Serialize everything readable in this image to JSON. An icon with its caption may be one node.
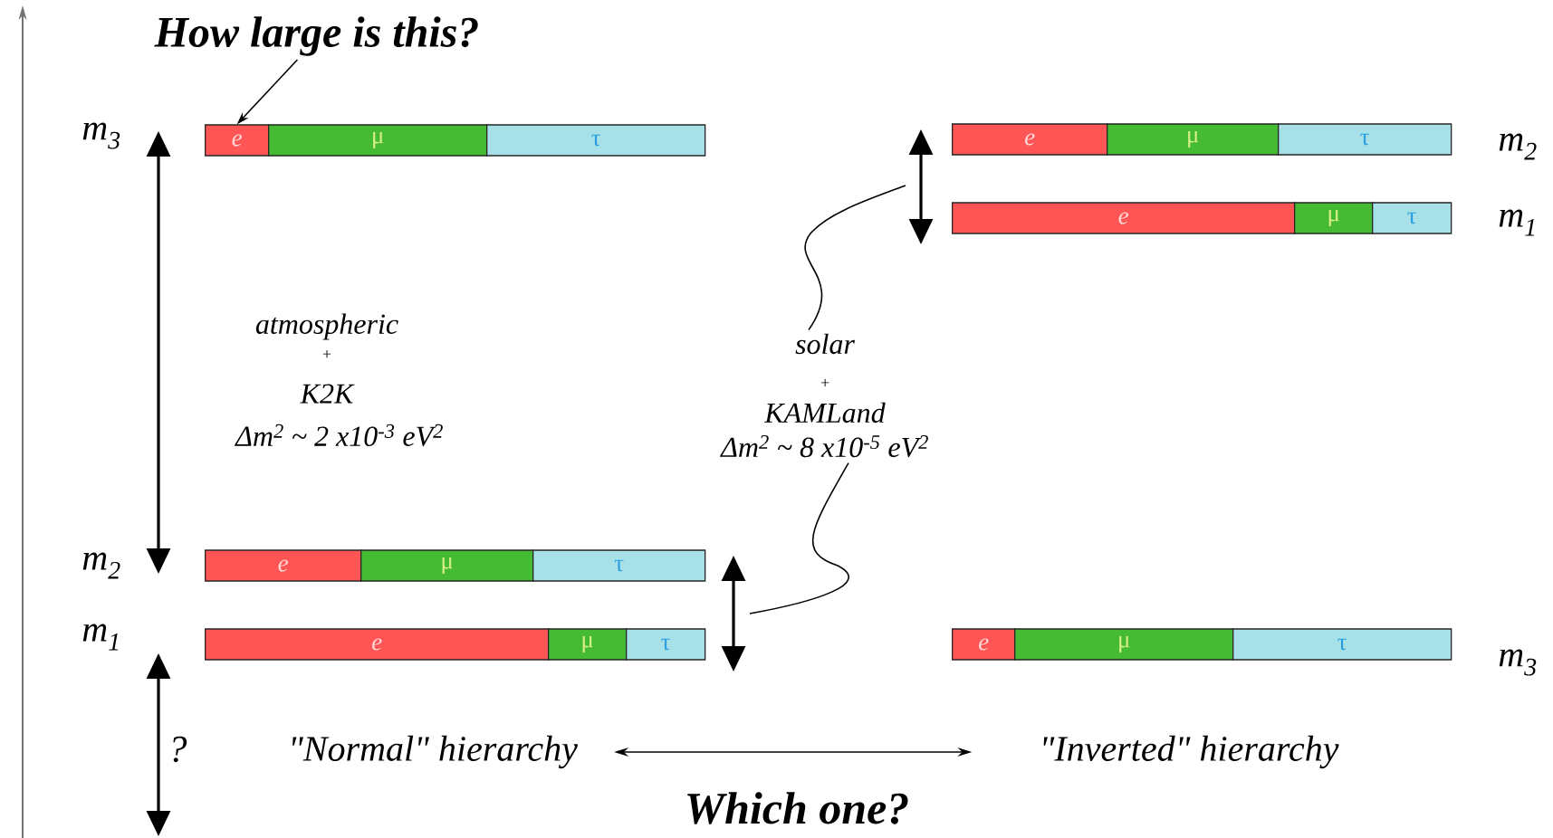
{
  "diagram": {
    "nodes": [
      {
        "text": [
          "How large is this?"
        ]
      },
      {
        "text": [
          "e"
        ]
      },
      {
        "text": [
          "μ"
        ]
      },
      {
        "text": [
          "τ"
        ]
      },
      {
        "text": [
          "e"
        ]
      },
      {
        "text": [
          "μ"
        ]
      },
      {
        "text": [
          "τ"
        ]
      },
      {
        "text": [
          "e"
        ]
      },
      {
        "text": [
          "μ"
        ]
      },
      {
        "text": [
          "τ"
        ]
      },
      {
        "text": [
          "solar",
          "+",
          "KAMLand",
          "Δm$^{2}$ ~ 8 x10$^{-5}$ eV$^{2}$"
        ]
      },
      {
        "text": [
          "e"
        ]
      },
      {
        "text": [
          "μ"
        ]
      },
      {
        "text": [
          "τ"
        ]
      },
      {
        "text": [
          "e"
        ]
      },
      {
        "text": [
          "μ"
        ]
      },
      {
        "text": [
          "τ"
        ]
      },
      {
        "text": [
          "\"Normal\" hierarchy"
        ]
      },
      {
        "text": [
          "\"Inverted\" hierarchy"
        ]
      },
      {
        "text": [
          "e"
        ]
      },
      {
        "text": [
          "μ"
        ]
      },
      {
        "text": [
          "τ"
        ]
      }
    ],
    "edges": [
      {
        "from": 0,
        "to": 1,
        "arrow": "to"
      },
      {
        "from": 10,
        "to": null,
        "arrow": "none"
      },
      {
        "from": 10,
        "to": null,
        "arrow": "none"
      },
      {
        "from": 17,
        "to": 18,
        "arrow": "both"
      }
    ],
    "labels": [
      "m$_{3}$",
      "m$_{2}$",
      "m$_{1}$",
      "atmospheric",
      "+",
      "K2K",
      "Δm$^{2}$ ~ 2 x10$^{-3}$ eV$^{2}$",
      "m$_{2}$",
      "m$_{1}$",
      "m$_{3}$",
      "?",
      "Which one?"
    ]
  }
}
